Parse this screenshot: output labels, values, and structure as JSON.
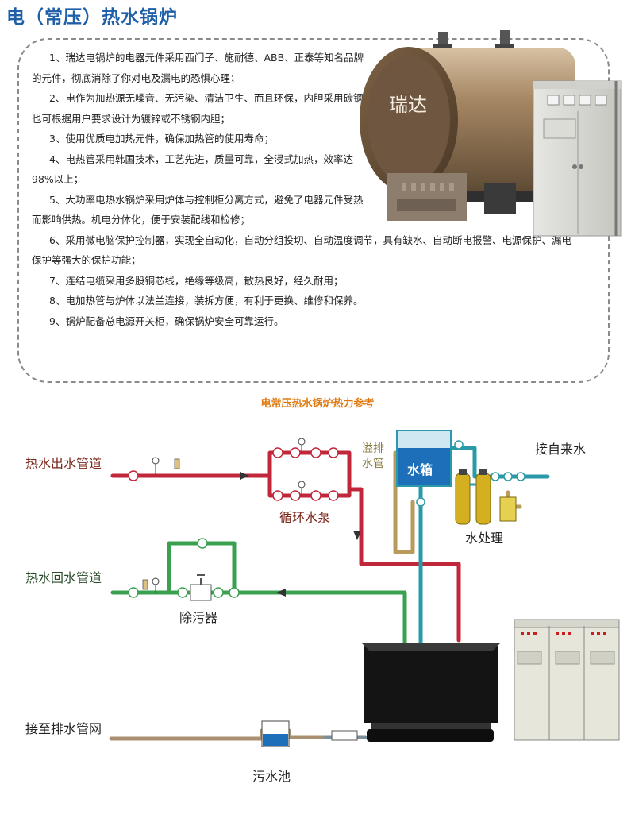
{
  "title": "电（常压）热水锅炉",
  "features": [
    "1、瑞达电锅炉的电器元件采用西门子、施耐德、ABB、正泰等知名品牌的元件，彻底消除了你对电及漏电的恐惧心理；",
    "2、电作为加热源无噪音、无污染、清洁卫生、而且环保，内胆采用碳钢也可根据用户要求设计为镀锌或不锈钢内胆；",
    "3、使用优质电加热元件，确保加热管的使用寿命；",
    "4、电热管采用韩国技术，工艺先进，质量可靠，全浸式加热，效率达98%以上；",
    "5、大功率电热水锅炉采用炉体与控制柜分离方式，避免了电器元件受热而影响供热。机电分体化，便于安装配线和检修；",
    "6、采用微电脑保护控制器，实现全自动化，自动分组投切、自动温度调节，具有缺水、自动断电报警、电源保护、漏电保护等强大的保护功能；",
    "7、连结电缆采用多股铜芯线，绝缘等级高，散热良好，经久耐用；",
    "8、电加热管与炉体以法兰连接，装拆方便，有利于更换、维修和保养。",
    "9、锅炉配备总电源开关柜，确保锅炉安全可靠运行。"
  ],
  "photo": {
    "brand_label": "瑞达"
  },
  "diagram": {
    "title": "电常压热水锅炉热力参考",
    "labels": {
      "hot_outlet": "热水出水管道",
      "circ_pump": "循环水泵",
      "overflow": "溢排水管",
      "tank": "水箱",
      "tap_water": "接自来水",
      "water_treat": "水处理",
      "hot_return": "热水回水管道",
      "strainer": "除污器",
      "drain_net": "接至排水管网",
      "sewage_pool": "污水池"
    }
  },
  "colors": {
    "title": "#1f5fa8",
    "accent": "#e07a10",
    "red_pipe": "#c0273a",
    "green_pipe": "#3aa050",
    "tan_pipe": "#b89a5a",
    "teal_pipe": "#2a9aa8"
  }
}
